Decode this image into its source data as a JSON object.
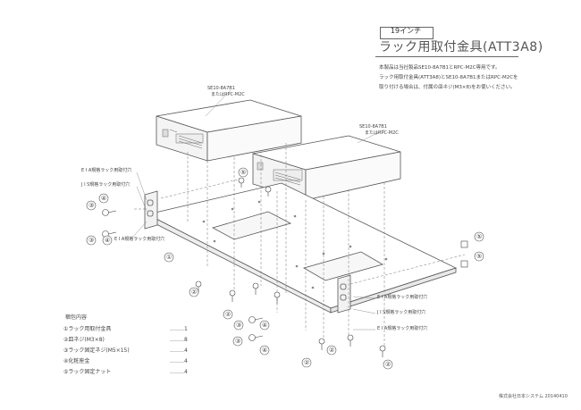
{
  "header": {
    "tag": "19インチ",
    "title": "ラック用取付金具(ATT3A8)"
  },
  "notes": [
    "本製品は当社製品SE10-8A7B1とRPC-M2C専用です。",
    "ラック用取付金具(ATT3A8)とSE10-8A7B1またはRPC-M2Cを",
    "取り付ける場合は、付属の皿ネジ(M3×8)をお使いください。"
  ],
  "devices": {
    "left_model": "SE10-8A7B1",
    "left_alt": "またはRPC-M2C",
    "right_model": "SE10-8A7B1",
    "right_alt": "またはRPC-M2C"
  },
  "callouts": {
    "eia_a": "E I A規格ラック用取付穴",
    "jis_a": "J I S規格ラック用取付穴",
    "eia_b": "E I A規格ラック用取付穴",
    "eia_c": "E I A規格ラック用取付穴",
    "jis_b": "J I S規格ラック用取付穴",
    "eia_d": "E I A規格ラック用取付穴"
  },
  "parts_list": {
    "heading": "梱包内容",
    "items": [
      {
        "name": "①ラック用取付金具",
        "qty": "‥‥‥‥1"
      },
      {
        "name": "②皿ネジ(M3×8)",
        "qty": "‥‥‥‥8"
      },
      {
        "name": "③ラック固定ネジ(M5×15)",
        "qty": "‥‥‥‥4"
      },
      {
        "name": "④化粧座金",
        "qty": "‥‥‥‥4"
      },
      {
        "name": "⑤ラック固定ナット",
        "qty": "‥‥‥‥4"
      }
    ]
  },
  "markers": {
    "one": "①",
    "two": "②",
    "three": "③",
    "four": "④",
    "five": "⑤"
  },
  "footer": "株式会社日本システム 20140410"
}
